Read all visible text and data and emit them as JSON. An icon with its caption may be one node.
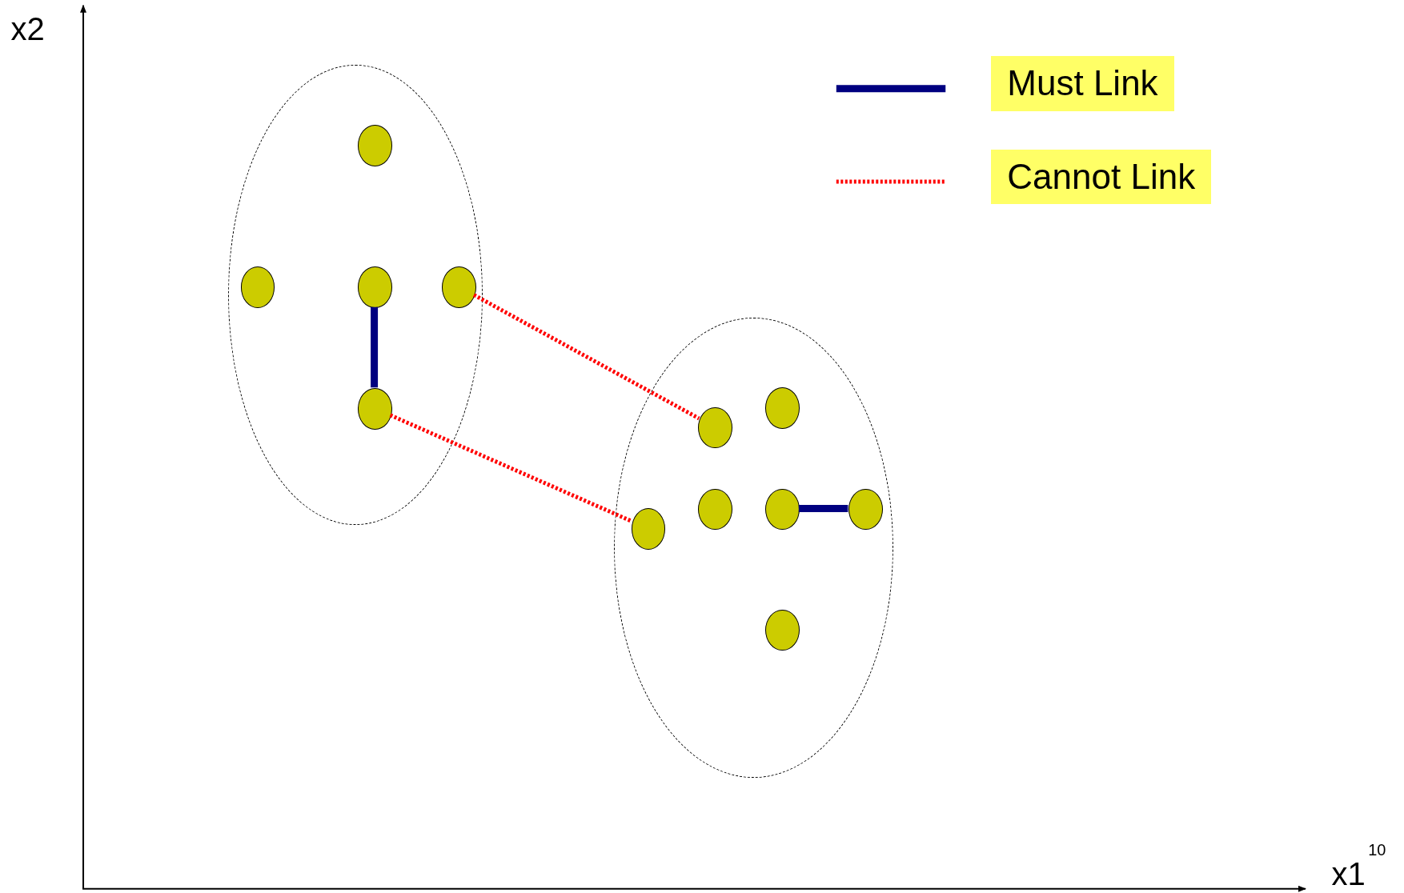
{
  "diagram": {
    "nodes": [
      {
        "text": [],
        "shape": "ellipse"
      },
      {
        "text": [],
        "shape": "circle",
        "in": 0
      },
      {
        "text": [],
        "shape": "circle",
        "in": 0
      },
      {
        "text": [],
        "shape": "circle",
        "in": 0
      },
      {
        "text": [],
        "shape": "circle",
        "in": 0
      },
      {
        "text": [],
        "shape": "circle",
        "in": 0
      },
      {
        "text": [],
        "shape": "ellipse"
      },
      {
        "text": [],
        "shape": "circle",
        "in": 6
      },
      {
        "text": [],
        "shape": "circle",
        "in": 6
      },
      {
        "text": [],
        "shape": "circle",
        "in": 6
      },
      {
        "text": [],
        "shape": "circle",
        "in": 6
      },
      {
        "text": [],
        "shape": "circle",
        "in": 6
      },
      {
        "text": [],
        "shape": "circle",
        "in": 6
      },
      {
        "text": [],
        "shape": "circle",
        "in": 6
      }
    ],
    "edges": [
      {
        "from": 3,
        "to": 5,
        "arrow": "none",
        "style": "thick",
        "color": "#000080"
      },
      {
        "from": 4,
        "to": 7,
        "arrow": "none",
        "style": "dashed",
        "color": "#ff0000"
      },
      {
        "from": 5,
        "to": 9,
        "arrow": "none",
        "style": "dashed",
        "color": "#ff0000"
      },
      {
        "from": 11,
        "to": 12,
        "arrow": "none",
        "style": "thick",
        "color": "#000080"
      }
    ],
    "labels": [
      "x2",
      "x1",
      "10"
    ],
    "legend": [
      {
        "text": "Must Link"
      },
      {
        "text": "Cannot Link"
      }
    ]
  }
}
